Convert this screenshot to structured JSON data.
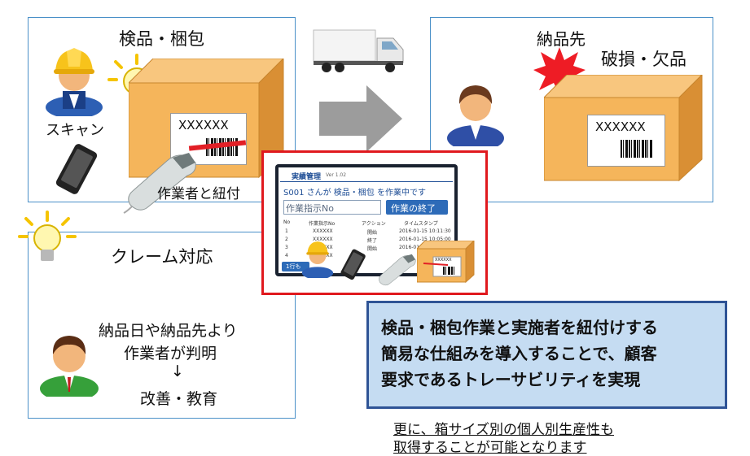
{
  "inspection_panel": {
    "title": "検品・梱包",
    "scan_label": "スキャン",
    "box_label": "XXXXXX",
    "link_label": "作業者と紐付"
  },
  "destination_panel": {
    "title": "納品先",
    "damage_label": "破損・欠品",
    "box_label": "XXXXXX"
  },
  "claim_panel": {
    "title": "クレーム対応",
    "line1": "納品日や納品先より",
    "line2": "作業者が判明",
    "arrow": "↓",
    "line3": "改善・教育"
  },
  "app_screen": {
    "title": "実績管理",
    "version": "Ver 1.02",
    "status": "S001 さんが 検品・梱包 を作業中です",
    "input_placeholder": "作業指示No",
    "end_button": "作業の終了",
    "columns": [
      "No",
      "作業指示No",
      "アクション",
      "タイムスタンプ"
    ],
    "rows": [
      {
        "no": "1",
        "order": "XXXXXX",
        "action": "開始",
        "time": "2016-01-15 10:11:30"
      },
      {
        "no": "2",
        "order": "XXXXXX",
        "action": "終了",
        "time": "2016-01-15 10:05:00"
      },
      {
        "no": "3",
        "order": "XXXXXX",
        "action": "開始",
        "time": "2016-01-15"
      },
      {
        "no": "4",
        "order": "XXXXXX",
        "action": "",
        "time": ""
      }
    ],
    "bottom_button": "1行も",
    "box_label": "XXXXXX"
  },
  "summary": {
    "line1": "検品・梱包作業と実施者を紐付けする",
    "line2": "簡易な仕組みを導入することで、顧客",
    "line3": "要求であるトレーサビリティを実現"
  },
  "footnote": {
    "line1": "更に、箱サイズ別の個人別生産性も",
    "line2": "取得することが可能となります"
  },
  "colors": {
    "panel_border": "#4a90c8",
    "box": "#f5b55b",
    "summary_bg": "#c5dcf2",
    "summary_border": "#2f5496",
    "highlight_border": "#e0191e",
    "arrow": "#9c9c9c",
    "app_title_bar": "#1f4e96"
  }
}
